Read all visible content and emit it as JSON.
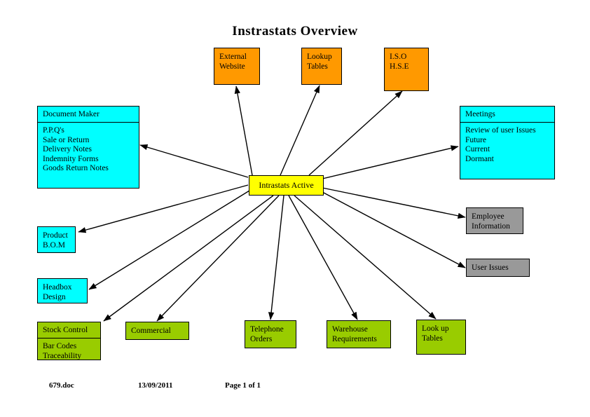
{
  "title": "Instrastats Overview",
  "center": {
    "label": "Intrastats Active",
    "color": "#ffff00"
  },
  "footer": {
    "file": "679.doc",
    "date": "13/09/2011",
    "page": "Page 1 of 1"
  },
  "colors": {
    "cyan": "#00ffff",
    "orange": "#ff9900",
    "yellow": "#ffff00",
    "green": "#99cc00",
    "gray": "#999999",
    "line": "#000000",
    "background": "#ffffff"
  },
  "nodes": {
    "external_website": {
      "header": "External",
      "sub": "Website",
      "color": "#ff9900"
    },
    "lookup_tables_top": {
      "header": "Lookup",
      "sub": "Tables",
      "color": "#ff9900"
    },
    "iso_hse": {
      "header": "I.S.O",
      "sub": "H.S.E",
      "color": "#ff9900"
    },
    "document_maker": {
      "header": "Document Maker",
      "color": "#00ffff",
      "items": [
        "P.P.Q's",
        "Sale or Return",
        "Delivery Notes",
        "Indemnity Forms",
        "Goods Return Notes"
      ]
    },
    "meetings": {
      "header": "Meetings",
      "color": "#00ffff",
      "items": [
        "Review of user Issues",
        "Future",
        "Current",
        "Dormant"
      ]
    },
    "product_bom": {
      "header": "Product",
      "sub": "B.O.M",
      "color": "#00ffff"
    },
    "headbox_design": {
      "header": "Headbox",
      "sub": "Design",
      "color": "#00ffff"
    },
    "employee_information": {
      "header": "Employee",
      "sub": "Information",
      "color": "#999999"
    },
    "user_issues": {
      "header": "User Issues",
      "sub": "",
      "color": "#999999"
    },
    "stock_control": {
      "header": "Stock Control",
      "color": "#99cc00",
      "items": [
        "Bar Codes",
        "Traceability"
      ]
    },
    "commercial": {
      "header": "Commercial",
      "sub": "",
      "color": "#99cc00"
    },
    "telephone_orders": {
      "header": "Telephone",
      "sub": "Orders",
      "color": "#99cc00"
    },
    "warehouse_requirements": {
      "header": "Warehouse",
      "sub": "Requirements",
      "color": "#99cc00"
    },
    "lookup_tables_bottom": {
      "header": "Look up",
      "sub": "Tables",
      "color": "#99cc00"
    }
  },
  "chart_data": {
    "type": "diagram",
    "title": "Instrastats Overview",
    "center_node": "Intrastats Active",
    "edge_style": "single-headed arrow from center outward",
    "edges": [
      {
        "from": "Intrastats Active",
        "to": "External Website"
      },
      {
        "from": "Intrastats Active",
        "to": "Lookup Tables"
      },
      {
        "from": "Intrastats Active",
        "to": "I.S.O H.S.E"
      },
      {
        "from": "Intrastats Active",
        "to": "Document Maker"
      },
      {
        "from": "Intrastats Active",
        "to": "Meetings"
      },
      {
        "from": "Intrastats Active",
        "to": "Product B.O.M"
      },
      {
        "from": "Intrastats Active",
        "to": "Headbox Design"
      },
      {
        "from": "Intrastats Active",
        "to": "Employee Information"
      },
      {
        "from": "Intrastats Active",
        "to": "User Issues"
      },
      {
        "from": "Intrastats Active",
        "to": "Stock Control"
      },
      {
        "from": "Intrastats Active",
        "to": "Commercial"
      },
      {
        "from": "Intrastats Active",
        "to": "Telephone Orders"
      },
      {
        "from": "Intrastats Active",
        "to": "Warehouse Requirements"
      },
      {
        "from": "Intrastats Active",
        "to": "Look up Tables"
      }
    ]
  }
}
